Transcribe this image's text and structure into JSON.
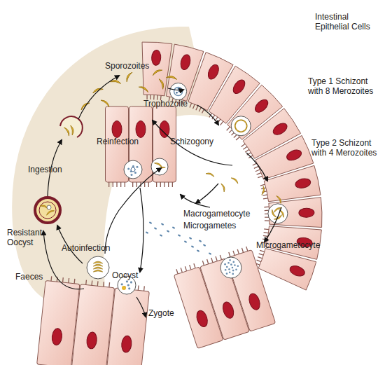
{
  "diagram": {
    "labels": [
      "Intestinal Epithelial Cells",
      "Type 1 Schizont with 8 Merozoites",
      "Type 2 Schizont with 4 Merozoites",
      "Sporozoites",
      "Trophozoite",
      "Reinfection",
      "Schizogony",
      "Ingestion",
      "Resistant Oocyst",
      "Autoinfection",
      "Macrogametocyte",
      "Microgametes",
      "Microgametocyte",
      "Faeces",
      "Oocyst",
      "Zygote"
    ]
  }
}
